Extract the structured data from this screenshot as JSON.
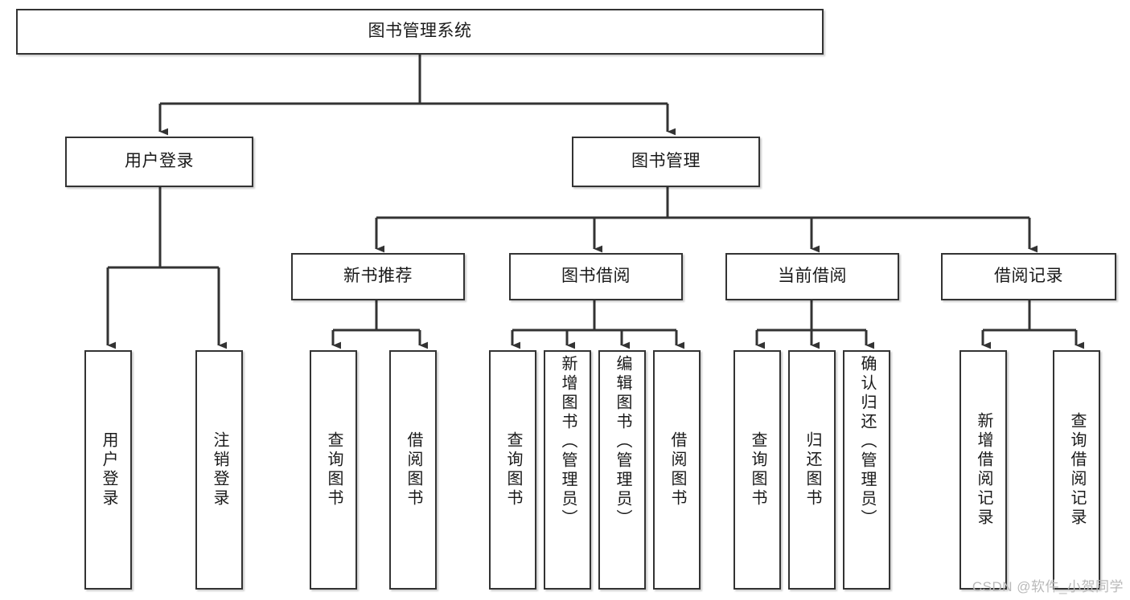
{
  "diagram": {
    "type": "tree-hierarchy",
    "title": "图书管理系统",
    "orientation": "top-down",
    "colors": {
      "box_border": "#333333",
      "box_fill": "#ffffff",
      "connector": "#333333",
      "text": "#1a1a1a",
      "watermark": "#b9b9b9"
    },
    "root": {
      "label": "图书管理系统",
      "level": 1
    },
    "level2": [
      {
        "label": "用户登录"
      },
      {
        "label": "图书管理"
      }
    ],
    "level3": [
      {
        "label": "新书推荐"
      },
      {
        "label": "图书借阅"
      },
      {
        "label": "当前借阅"
      },
      {
        "label": "借阅记录"
      }
    ],
    "leaves": {
      "user_login": [
        {
          "label": "用户登录"
        },
        {
          "label": "注销登录"
        }
      ],
      "new_book_recommend": [
        {
          "label": "查询图书"
        },
        {
          "label": "借阅图书"
        }
      ],
      "book_borrow": [
        {
          "label": "查询图书"
        },
        {
          "label": "新增图书（管理员）"
        },
        {
          "label": "编辑图书（管理员）"
        },
        {
          "label": "借阅图书"
        }
      ],
      "current_borrow": [
        {
          "label": "查询图书"
        },
        {
          "label": "归还图书"
        },
        {
          "label": "确认归还（管理员）"
        }
      ],
      "borrow_record": [
        {
          "label": "新增借阅记录"
        },
        {
          "label": "查询借阅记录"
        }
      ]
    }
  },
  "watermark": {
    "text": "CSDN @软件_小贺同学"
  }
}
